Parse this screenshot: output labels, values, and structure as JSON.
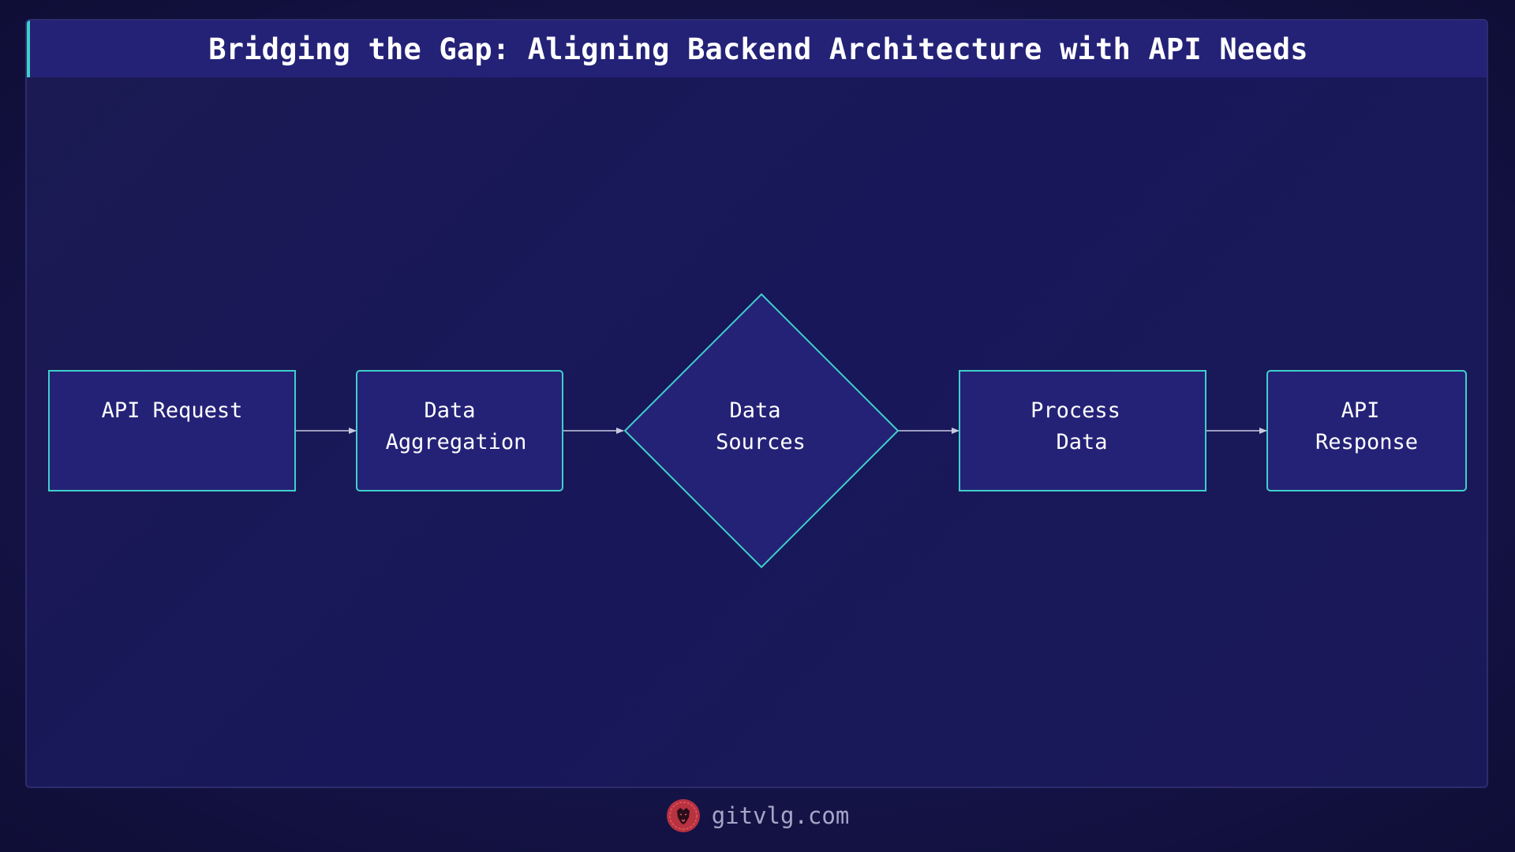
{
  "title": "Bridging the Gap: Aligning Backend Architecture with API Needs",
  "colors": {
    "node_fill": "#242277",
    "node_stroke": "#3fd0c9",
    "edge": "#c8c8e0",
    "title_accent": "#3fd0c9"
  },
  "nodes": [
    {
      "id": "api-request",
      "shape": "rectangle",
      "lines": [
        "API Request"
      ]
    },
    {
      "id": "data-aggregation",
      "shape": "rounded-rectangle",
      "lines": [
        "Data",
        "Aggregation"
      ]
    },
    {
      "id": "data-sources",
      "shape": "diamond",
      "lines": [
        "Data",
        "Sources"
      ]
    },
    {
      "id": "process-data",
      "shape": "rectangle",
      "lines": [
        "Process",
        "Data"
      ]
    },
    {
      "id": "api-response",
      "shape": "rounded-rectangle",
      "lines": [
        "API",
        "Response"
      ]
    }
  ],
  "edges": [
    {
      "from": "api-request",
      "to": "data-aggregation"
    },
    {
      "from": "data-aggregation",
      "to": "data-sources"
    },
    {
      "from": "data-sources",
      "to": "process-data"
    },
    {
      "from": "process-data",
      "to": "api-response"
    }
  ],
  "footer": {
    "logo_icon": "lion-logo-icon",
    "text": "gitvlg.com"
  }
}
